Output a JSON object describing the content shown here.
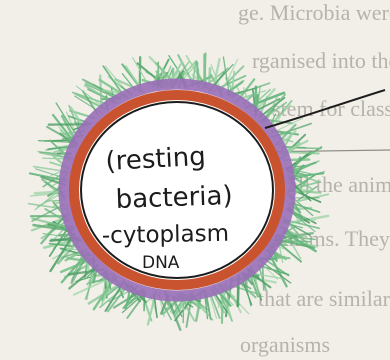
{
  "page_text": {
    "line1": "ge. Microbia were original",
    "line2": "rganised into the ry are a",
    "line3": "stem for classifying it is used to",
    "line4": "are all the animals in the same",
    "line5": "ganisms. They ar d from the",
    "line6": "that are similar to each other",
    "line7": "organisms"
  },
  "cell": {
    "label_line1": "(resting",
    "label_line2": "bacteria)",
    "label_line3": "-cytoplasm",
    "label_line4": "DNA"
  },
  "colors": {
    "paper": "#f1efe8",
    "fringe": "#7fc48e",
    "capsule": "#9a6fb8",
    "wall": "#c9532f",
    "interior": "#ffffff",
    "ink": "#1c1c1c"
  }
}
